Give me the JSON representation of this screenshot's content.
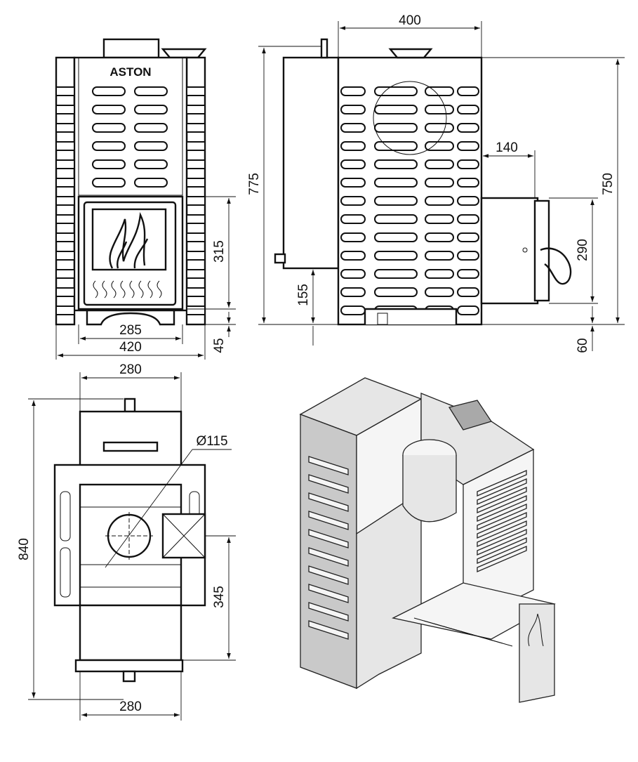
{
  "logo_text": "ASTON",
  "dimensions": {
    "front_height": "315",
    "front_door_width": "285",
    "front_total_width": "420",
    "front_leg_height": "45",
    "side_depth": "400",
    "side_total_height": "775",
    "side_body_height": "750",
    "side_tunnel_length": "140",
    "side_tunnel_height": "290",
    "side_tank_offset": "155",
    "side_tunnel_bottom": "60",
    "top_width": "280",
    "top_bottom_width": "280",
    "top_depth": "840",
    "top_flue_diameter": "Ø115",
    "top_offset": "345"
  },
  "icons": {
    "flame": "flame-icon",
    "arrowheads": "dimension-arrow-icon"
  }
}
